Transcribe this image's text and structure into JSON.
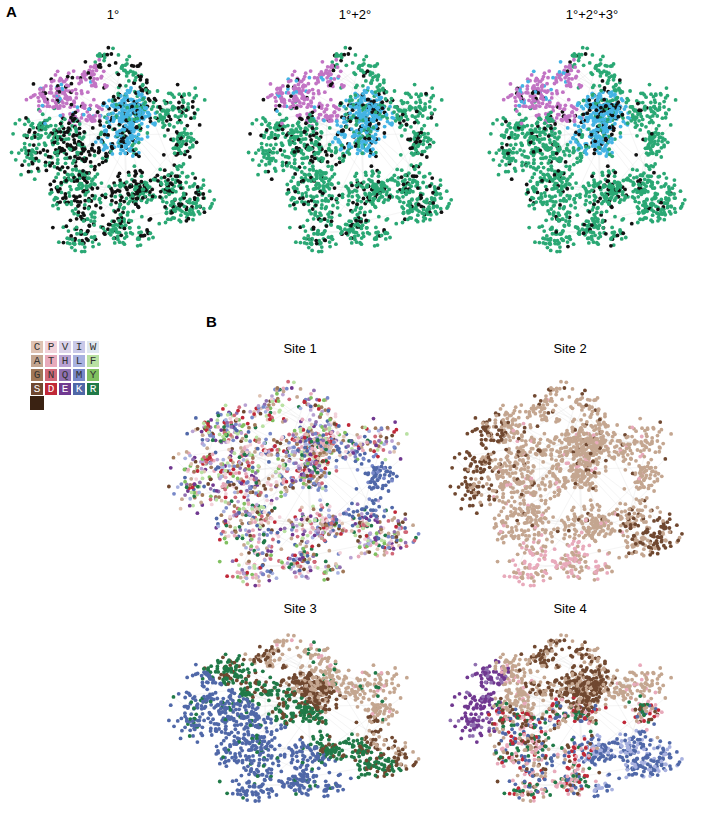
{
  "diagram": {
    "labels": [
      "A",
      "1°",
      "1°+2°",
      "1°+2°+3°",
      "B",
      "Site 1",
      "Site 2",
      "Site 3",
      "Site 4"
    ],
    "legend": [
      {
        "text": "C",
        "color": "#dfc3b3"
      },
      {
        "text": "P",
        "color": "#f2d2da"
      },
      {
        "text": "V",
        "color": "#dcd3ea"
      },
      {
        "text": "I",
        "color": "#c9c9e9"
      },
      {
        "text": "W",
        "color": "#dfe8f0"
      },
      {
        "text": "A",
        "color": "#c4a690"
      },
      {
        "text": "T",
        "color": "#e8aabb"
      },
      {
        "text": "H",
        "color": "#b9a2d2"
      },
      {
        "text": "L",
        "color": "#a9b2e0"
      },
      {
        "text": "F",
        "color": "#b9e1a2"
      },
      {
        "text": "G",
        "color": "#a07858"
      },
      {
        "text": "N",
        "color": "#d06878"
      },
      {
        "text": "Q",
        "color": "#9070b0"
      },
      {
        "text": "M",
        "color": "#7888c8"
      },
      {
        "text": "Y",
        "color": "#80c060"
      },
      {
        "text": "S",
        "color": "#704830"
      },
      {
        "text": "D",
        "color": "#c02838"
      },
      {
        "text": "E",
        "color": "#703890"
      },
      {
        "text": "K",
        "color": "#5068a8"
      },
      {
        "text": "R",
        "color": "#207a48"
      }
    ]
  }
}
